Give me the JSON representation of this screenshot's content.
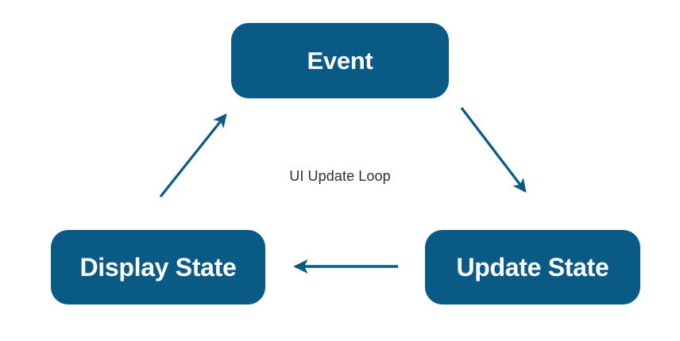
{
  "diagram": {
    "title_caption": "UI Update Loop",
    "accent_color": "#0a5a86",
    "node_text_color": "#ffffff",
    "caption_color": "#2f2f2f",
    "background_color": "#ffffff",
    "nodes": [
      {
        "id": "event",
        "label": "Event"
      },
      {
        "id": "update-state",
        "label": "Update State"
      },
      {
        "id": "display-state",
        "label": "Display State"
      }
    ],
    "edges": [
      {
        "id": "event-to-update-state",
        "from": "Event",
        "to": "Update State",
        "direction": "down-right"
      },
      {
        "id": "update-state-to-display-state",
        "from": "Update State",
        "to": "Display State",
        "direction": "left"
      },
      {
        "id": "display-state-to-event",
        "from": "Display State",
        "to": "Event",
        "direction": "up-right"
      }
    ]
  }
}
